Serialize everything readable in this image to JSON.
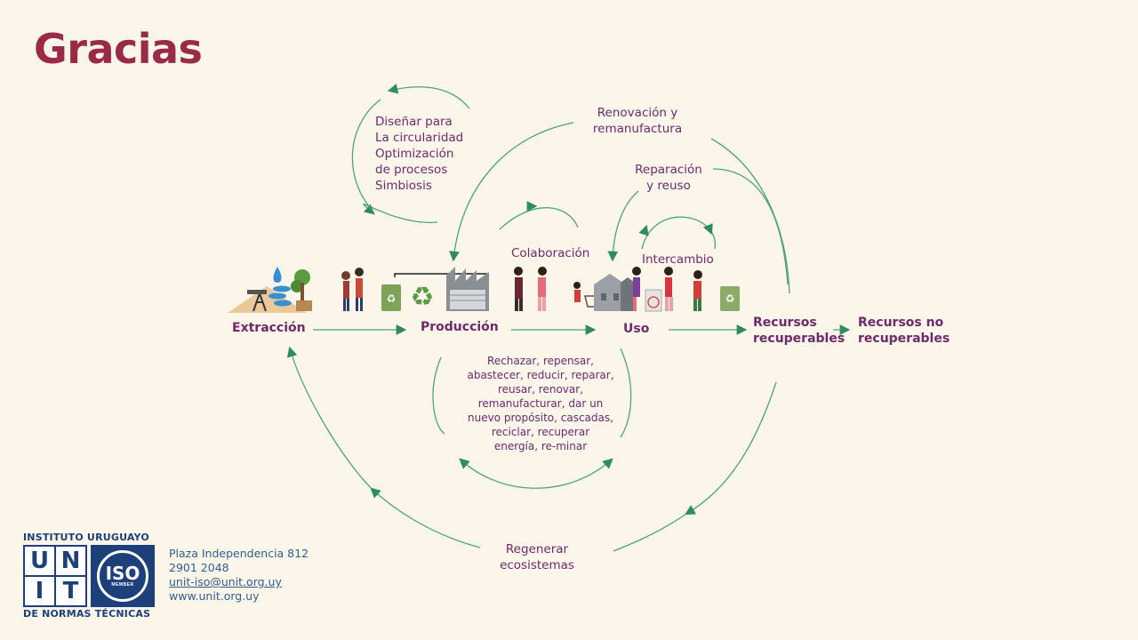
{
  "title": "Gracias",
  "stages": {
    "extraccion": "Extracción",
    "produccion": "Producción",
    "uso": "Uso",
    "recursos_recuperables": "Recursos\nrecuperables",
    "recursos_no_recuperables": "Recursos no\nrecuperables"
  },
  "loops": {
    "disenar": "Diseñar para\nLa circularidad\nOptimización\nde procesos\nSimbiosis",
    "renovacion": "Renovación y\nremanufactura",
    "reparacion": "Reparación\ny reuso",
    "colaboracion": "Colaboración",
    "intercambio": "Intercambio",
    "regenerar": "Regenerar\necosistemas",
    "acciones": "Rechazar, repensar,\nabastecer, reducir, reparar,\nreusar, renovar,\nremanufacturar, dar un\nnuevo propósito, cascadas,\nreciclar, recuperar\nenergía, re-minar"
  },
  "logo": {
    "top": "INSTITUTO URUGUAYO",
    "letters": [
      "U",
      "N",
      "I",
      "T"
    ],
    "iso": "ISO",
    "member": "MEMBER",
    "bottom": "DE NORMAS TÉCNICAS"
  },
  "contact": {
    "address": "Plaza Independencia 812",
    "phone": "2901 2048",
    "email": "unit-iso@unit.org.uy",
    "web": "www.unit.org.uy"
  },
  "colors": {
    "title": "#9a2a45",
    "label": "#6e2a6c",
    "arrow": "#3f9a70",
    "background": "#fcf5ea",
    "logo_blue": "#1d3f7a"
  }
}
